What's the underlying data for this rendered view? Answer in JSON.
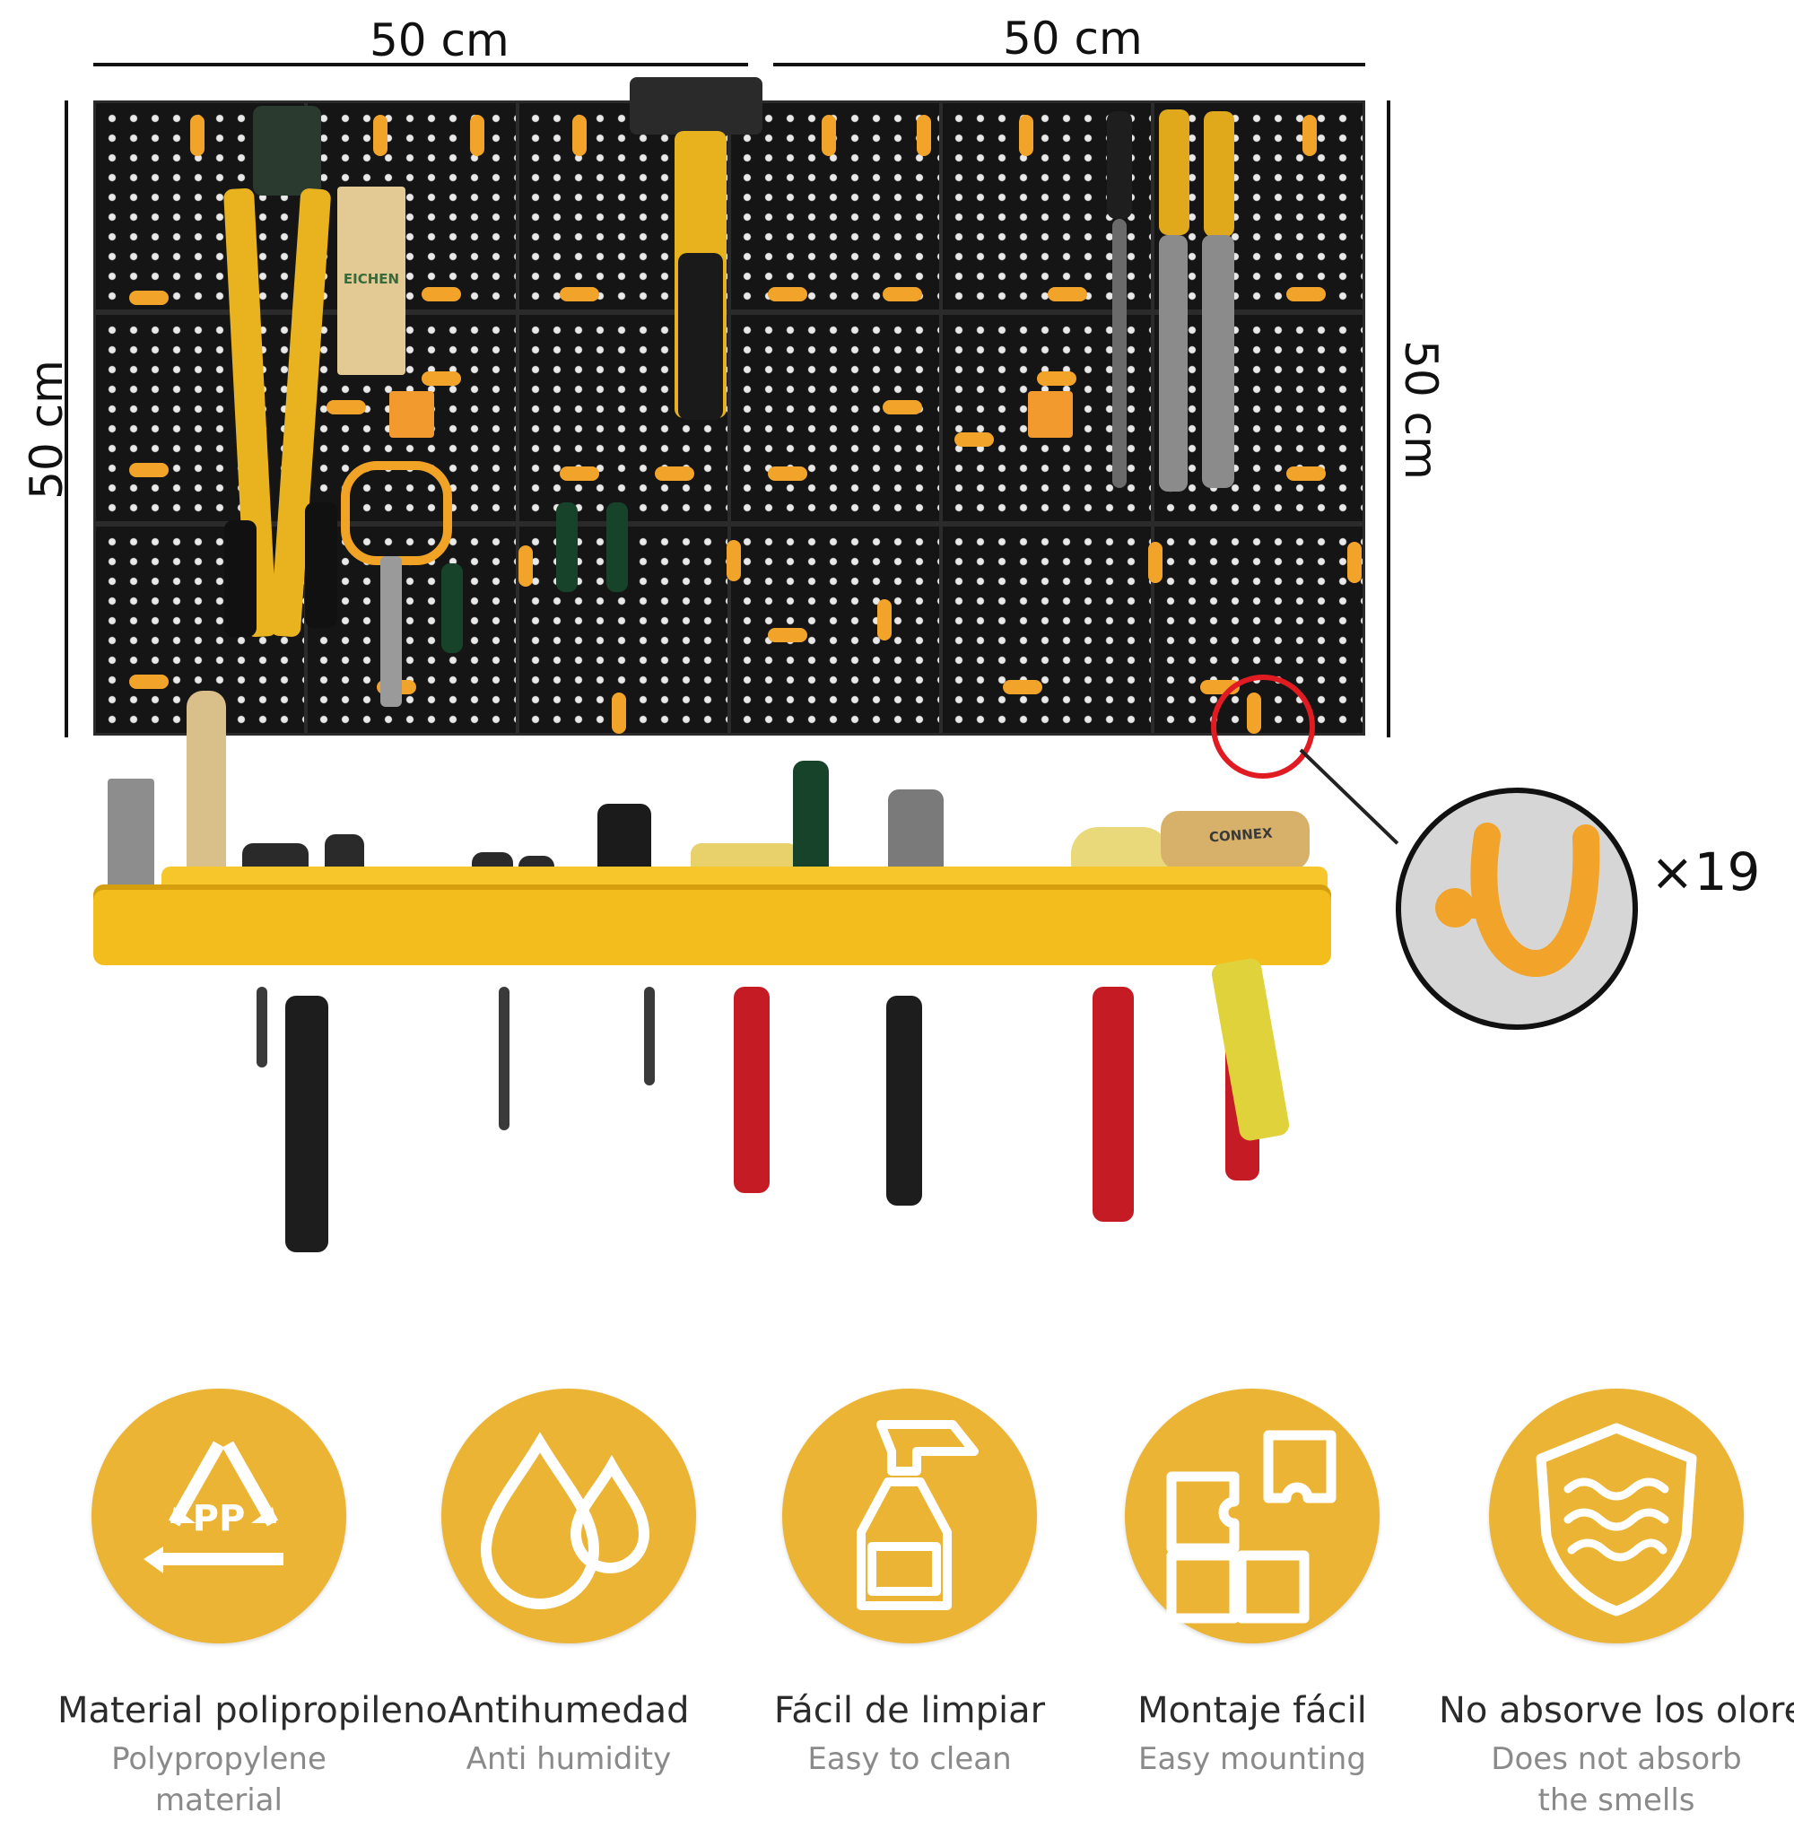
{
  "dimensions": {
    "top_left": "50 cm",
    "top_right": "50 cm",
    "left": "50 cm",
    "right": "50 cm"
  },
  "hook_detail": {
    "quantity": "×19",
    "highlight_color": "#e01b22",
    "hook_color": "#f2a32a"
  },
  "product_labels": {
    "stamp": "EICHEN",
    "mallet_brand": "CONNEX"
  },
  "colors": {
    "board": "#1a1a1a",
    "shelf": "#f3be1d",
    "badge": "#ecb434"
  },
  "features": [
    {
      "icon": "recycle-pp-icon",
      "badge_text": "PP",
      "title": "Material  polipropileno",
      "subtitle": "Polypropylene material"
    },
    {
      "icon": "water-drops-icon",
      "title": "Antihumedad",
      "subtitle": "Anti humidity"
    },
    {
      "icon": "spray-bottle-icon",
      "title": "Fácil de limpiar",
      "subtitle": "Easy to clean"
    },
    {
      "icon": "puzzle-icon",
      "title": "Montaje fácil",
      "subtitle": "Easy mounting"
    },
    {
      "icon": "shield-odor-icon",
      "title": "No absorve los olores",
      "subtitle": "Does not absorb the smells"
    }
  ]
}
